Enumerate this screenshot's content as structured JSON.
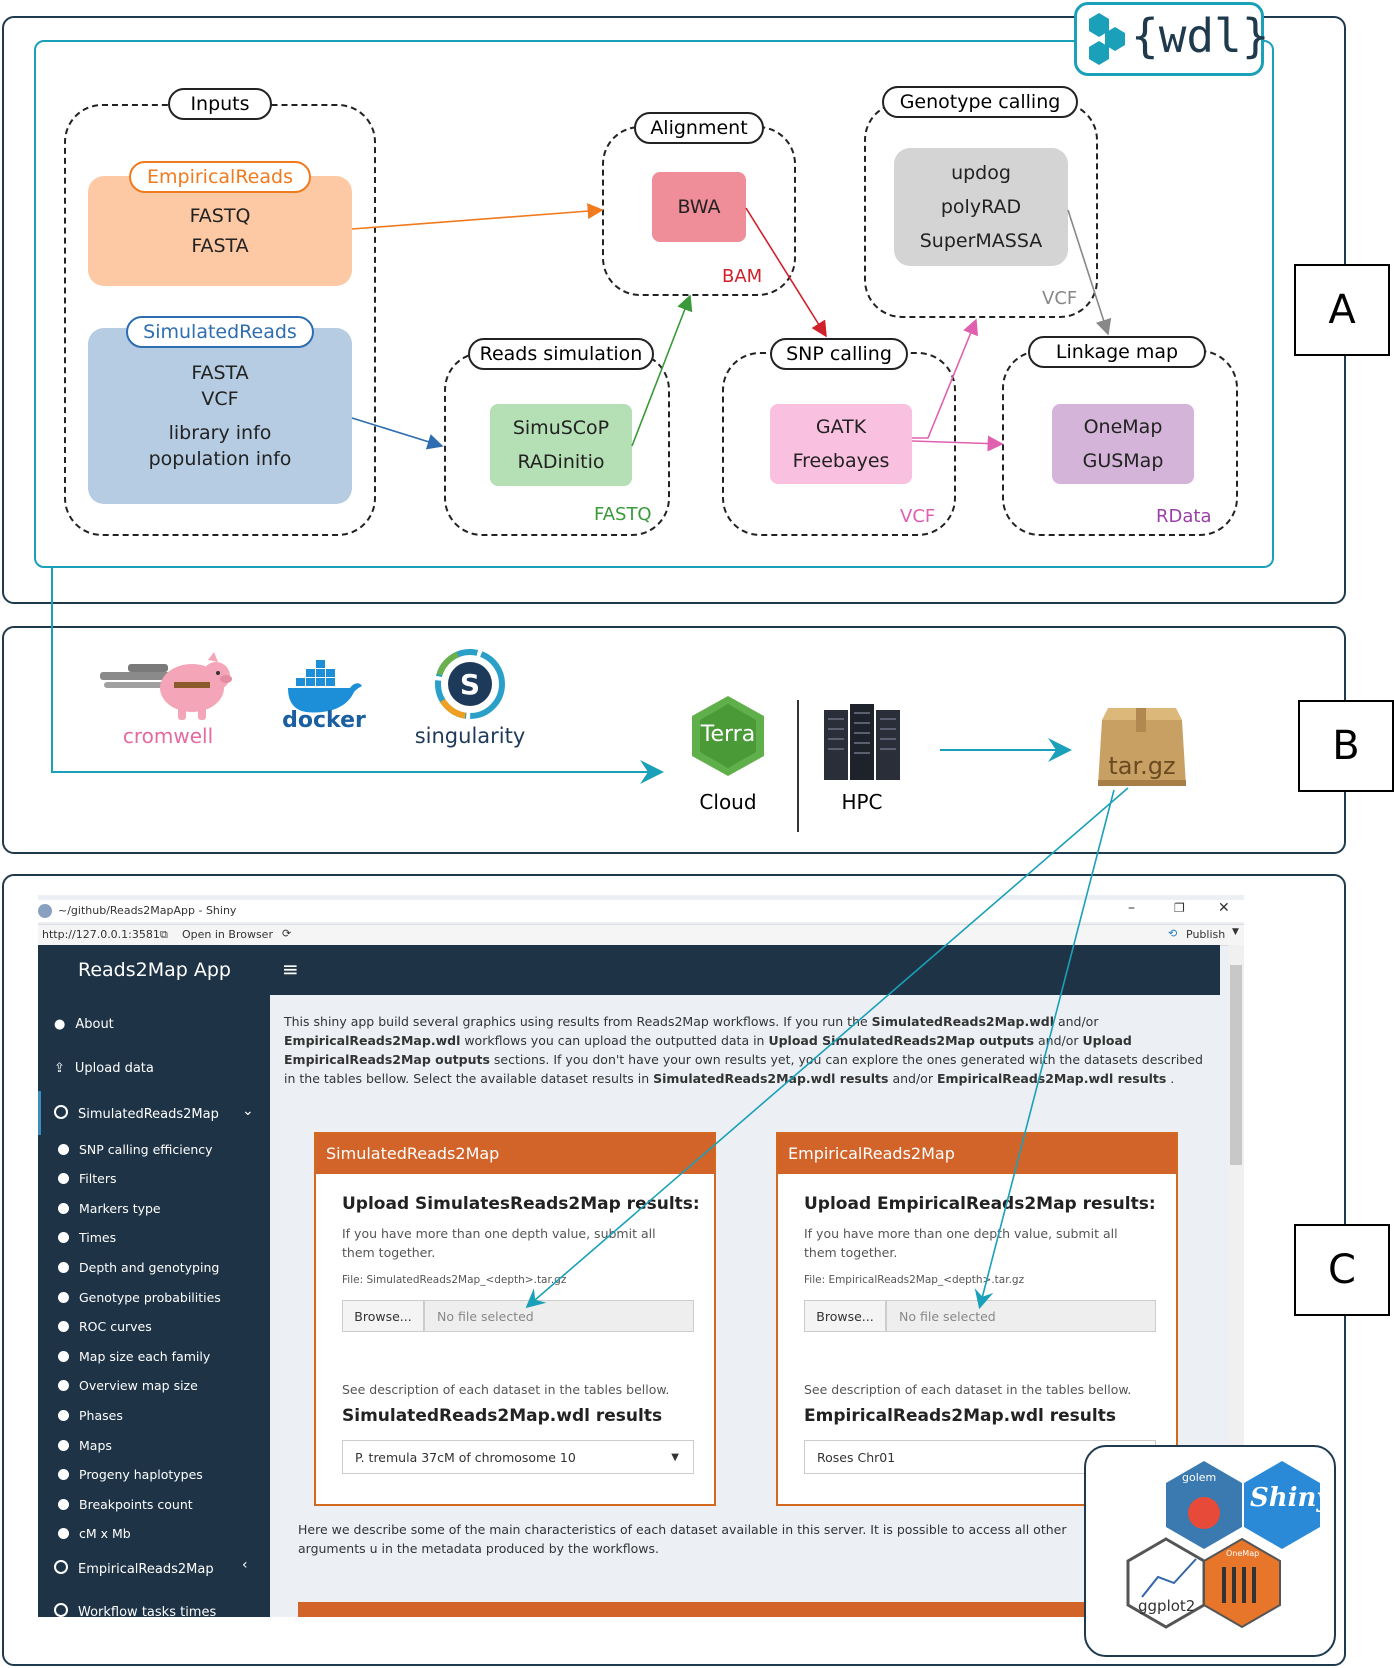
{
  "panel_a": {
    "letter": "A",
    "logo_text": "{wdl}",
    "groups": {
      "inputs": "Inputs",
      "alignment": "Alignment",
      "genotype_calling": "Genotype calling",
      "reads_simulation": "Reads simulation",
      "snp_calling": "SNP calling",
      "linkage_map": "Linkage map"
    },
    "empirical": {
      "label": "EmpiricalReads",
      "lines": [
        "FASTQ",
        "FASTA"
      ]
    },
    "simulated": {
      "label": "SimulatedReads",
      "lines": [
        "FASTA",
        "VCF",
        "library info",
        "population info"
      ]
    },
    "bwa": "BWA",
    "bam": "BAM",
    "genotypers": [
      "updog",
      "polyRAD",
      "SuperMASSA"
    ],
    "genotype_vcf": "VCF",
    "simulators": [
      "SimuSCoP",
      "RADinitio"
    ],
    "fastq": "FASTQ",
    "callers": [
      "GATK",
      "Freebayes"
    ],
    "snp_vcf": "VCF",
    "mappers": [
      "OneMap",
      "GUSMap"
    ],
    "rdata": "RData",
    "colors": {
      "orange": "#f07a1e",
      "blue": "#2e6db0",
      "red": "#d0202a",
      "green": "#3a9a3a",
      "pink": "#e060b0",
      "purple": "#9a40a8",
      "gray": "#888888",
      "cyan": "#1aa0b8"
    }
  },
  "panel_b": {
    "letter": "B",
    "cromwell": "cromwell",
    "docker": "docker",
    "singularity": "singularity",
    "terra": "Terra",
    "cloud": "Cloud",
    "hpc": "HPC",
    "archive": "tar.gz"
  },
  "panel_c": {
    "letter": "C",
    "window_title": "~/github/Reads2MapApp - Shiny",
    "url": "http://127.0.0.1:3581",
    "open_in_browser": "Open in Browser",
    "publish": "Publish",
    "brand": "Reads2Map App",
    "menu": {
      "about": "About",
      "upload": "Upload data",
      "simulated": "SimulatedReads2Map",
      "sub_items": [
        "SNP calling efficiency",
        "Filters",
        "Markers type",
        "Times",
        "Depth and genotyping",
        "Genotype probabilities",
        "ROC curves",
        "Map size each family",
        "Overview map size",
        "Phases",
        "Maps",
        "Progeny haplotypes",
        "Breakpoints count",
        "cM x Mb"
      ],
      "empirical": "EmpiricalReads2Map",
      "workflow_times": "Workflow tasks times"
    },
    "intro": {
      "t1": "This shiny app build several graphics using results from Reads2Map workflows. If you run the ",
      "b1": "SimulatedReads2Map.wdl",
      "t2": " and/or ",
      "b2": "EmpiricalReads2Map.wdl",
      "t3": " workflows you can upload the outputted data in ",
      "b3": "Upload SimulatedReads2Map outputs",
      "t4": " and/or ",
      "b4": "Upload EmpiricalReads2Map outputs",
      "t5": " sections. If you don't have your own results yet, you can explore the ones generated with the datasets described in the tables bellow. Select the available dataset results in ",
      "b5": "SimulatedReads2Map.wdl results",
      "t6": " and/or ",
      "b6": "EmpiricalReads2Map.wdl results",
      "t7": " ."
    },
    "sim_card": {
      "header": "SimulatedReads2Map",
      "title": "Upload SimulatesReads2Map results:",
      "text": "If you have more than one depth value, submit all them together.",
      "file": "File: SimulatedReads2Map_<depth>.tar.gz",
      "browse": "Browse...",
      "nofile": "No file selected",
      "see": "See description of each dataset in the tables bellow.",
      "results": "SimulatedReads2Map.wdl results",
      "selected": "P. tremula 37cM of chromosome 10"
    },
    "emp_card": {
      "header": "EmpiricalReads2Map",
      "title": "Upload EmpiricalReads2Map results:",
      "text": "If you have more than one depth value, submit all them together.",
      "file": "File: EmpiricalReads2Map_<depth>.tar.gz",
      "browse": "Browse...",
      "nofile": "No file selected",
      "see": "See description of each dataset in the tables bellow.",
      "results": "EmpiricalReads2Map.wdl results",
      "selected": "Roses Chr01"
    },
    "bottom_text": "Here we describe some of the main characteristics of each dataset available in this server. It is possible to access all other arguments u in the metadata produced by the workflows.",
    "logos": {
      "golem": "golem",
      "shiny": "Shiny",
      "ggplot2": "ggplot2",
      "onemap": "OneMap"
    }
  }
}
